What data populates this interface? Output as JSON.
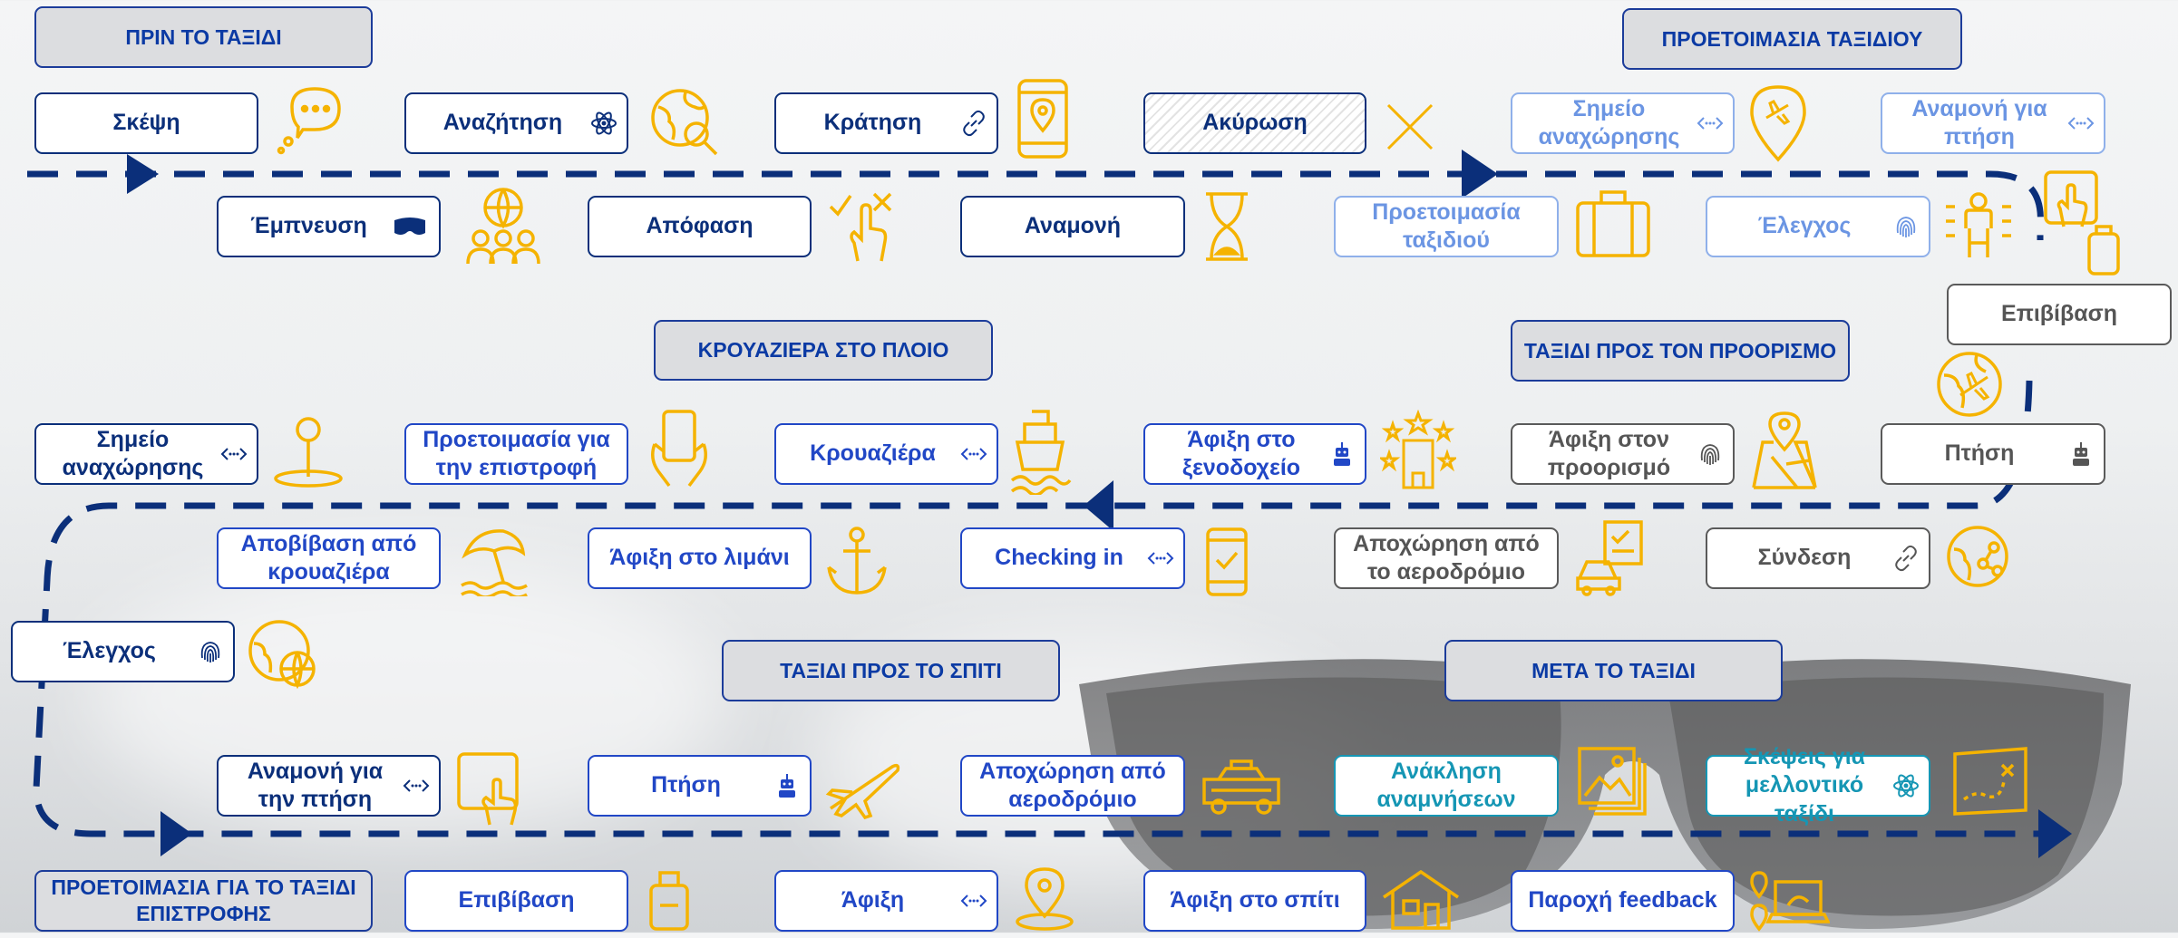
{
  "sections": {
    "before": "ΠΡΙΝ ΤΟ ΤΑΞΙΔΙ",
    "prep": "ΠΡΟΕΤΟΙΜΑΣΙΑ ΤΑΞΙΔΙΟΥ",
    "cruise": "ΚΡΟΥΑΖΙΕΡΑ ΣΤΟ ΠΛΟΙΟ",
    "to_dest": "ΤΑΞΙΔΙ ΠΡΟΣ ΤΟΝ ΠΡΟΟΡΙΣΜΟ",
    "home": "ΤΑΞΙΔΙ ΠΡΟΣ ΤΟ ΣΠΙΤΙ",
    "after": "ΜΕΤΑ ΤΟ ΤΑΞΙΔΙ",
    "prep_return": "ΠΡΟΕΤΟΙΜΑΣΙΑ ΓΙΑ ΤΟ ΤΑΞΙΔΙ ΕΠΙΣΤΡΟΦΗΣ"
  },
  "steps": {
    "thought": "Σκέψη",
    "search": "Αναζήτηση",
    "booking": "Κράτηση",
    "cancel": "Ακύρωση",
    "departure_point": "Σημείο αναχώρησης",
    "wait_flight": "Αναμονή για πτήση",
    "inspiration": "Έμπνευση",
    "decision": "Απόφαση",
    "waiting": "Αναμονή",
    "trip_prep": "Προετοιμασία ταξιδιού",
    "check": "Έλεγχος",
    "boarding": "Επιβίβαση",
    "cruise_departure_point": "Σημείο αναχώρησης",
    "prep_return": "Προετοιμασία για την επιστροφή",
    "cruise": "Κρουαζιέρα",
    "hotel_arrival": "Άφιξη στο ξενοδοχείο",
    "dest_arrival": "Άφιξη στον προορισμό",
    "flight": "Πτήση",
    "disembark": "Αποβίβαση από κρουαζιέρα",
    "port_arrival": "Άφιξη στο λιμάνι",
    "checkin": "Checking in",
    "airport_leave": "Αποχώρηση από το αεροδρόμιο",
    "connection": "Σύνδεση",
    "check2": "Έλεγχος",
    "wait_flight2": "Αναμονή για την πτήση",
    "flight2": "Πτήση",
    "airport_leave2": "Αποχώρηση από αεροδρόμιο",
    "memories": "Ανάκληση αναμνήσεων",
    "future_trip": "Σκέψεις για μελλοντικό ταξίδι",
    "boarding2": "Επιβίβαση",
    "arrival": "Άφιξη",
    "home_arrival": "Άφιξη στο σπίτι",
    "feedback": "Παροχή feedback"
  },
  "colors": {
    "navy": "#0b2f7a",
    "blue": "#2147c6",
    "light_blue": "#8fb0ea",
    "gray": "#555555",
    "teal": "#1596b4",
    "icon_orange": "#f5b300",
    "path": "#0b2f7a"
  }
}
